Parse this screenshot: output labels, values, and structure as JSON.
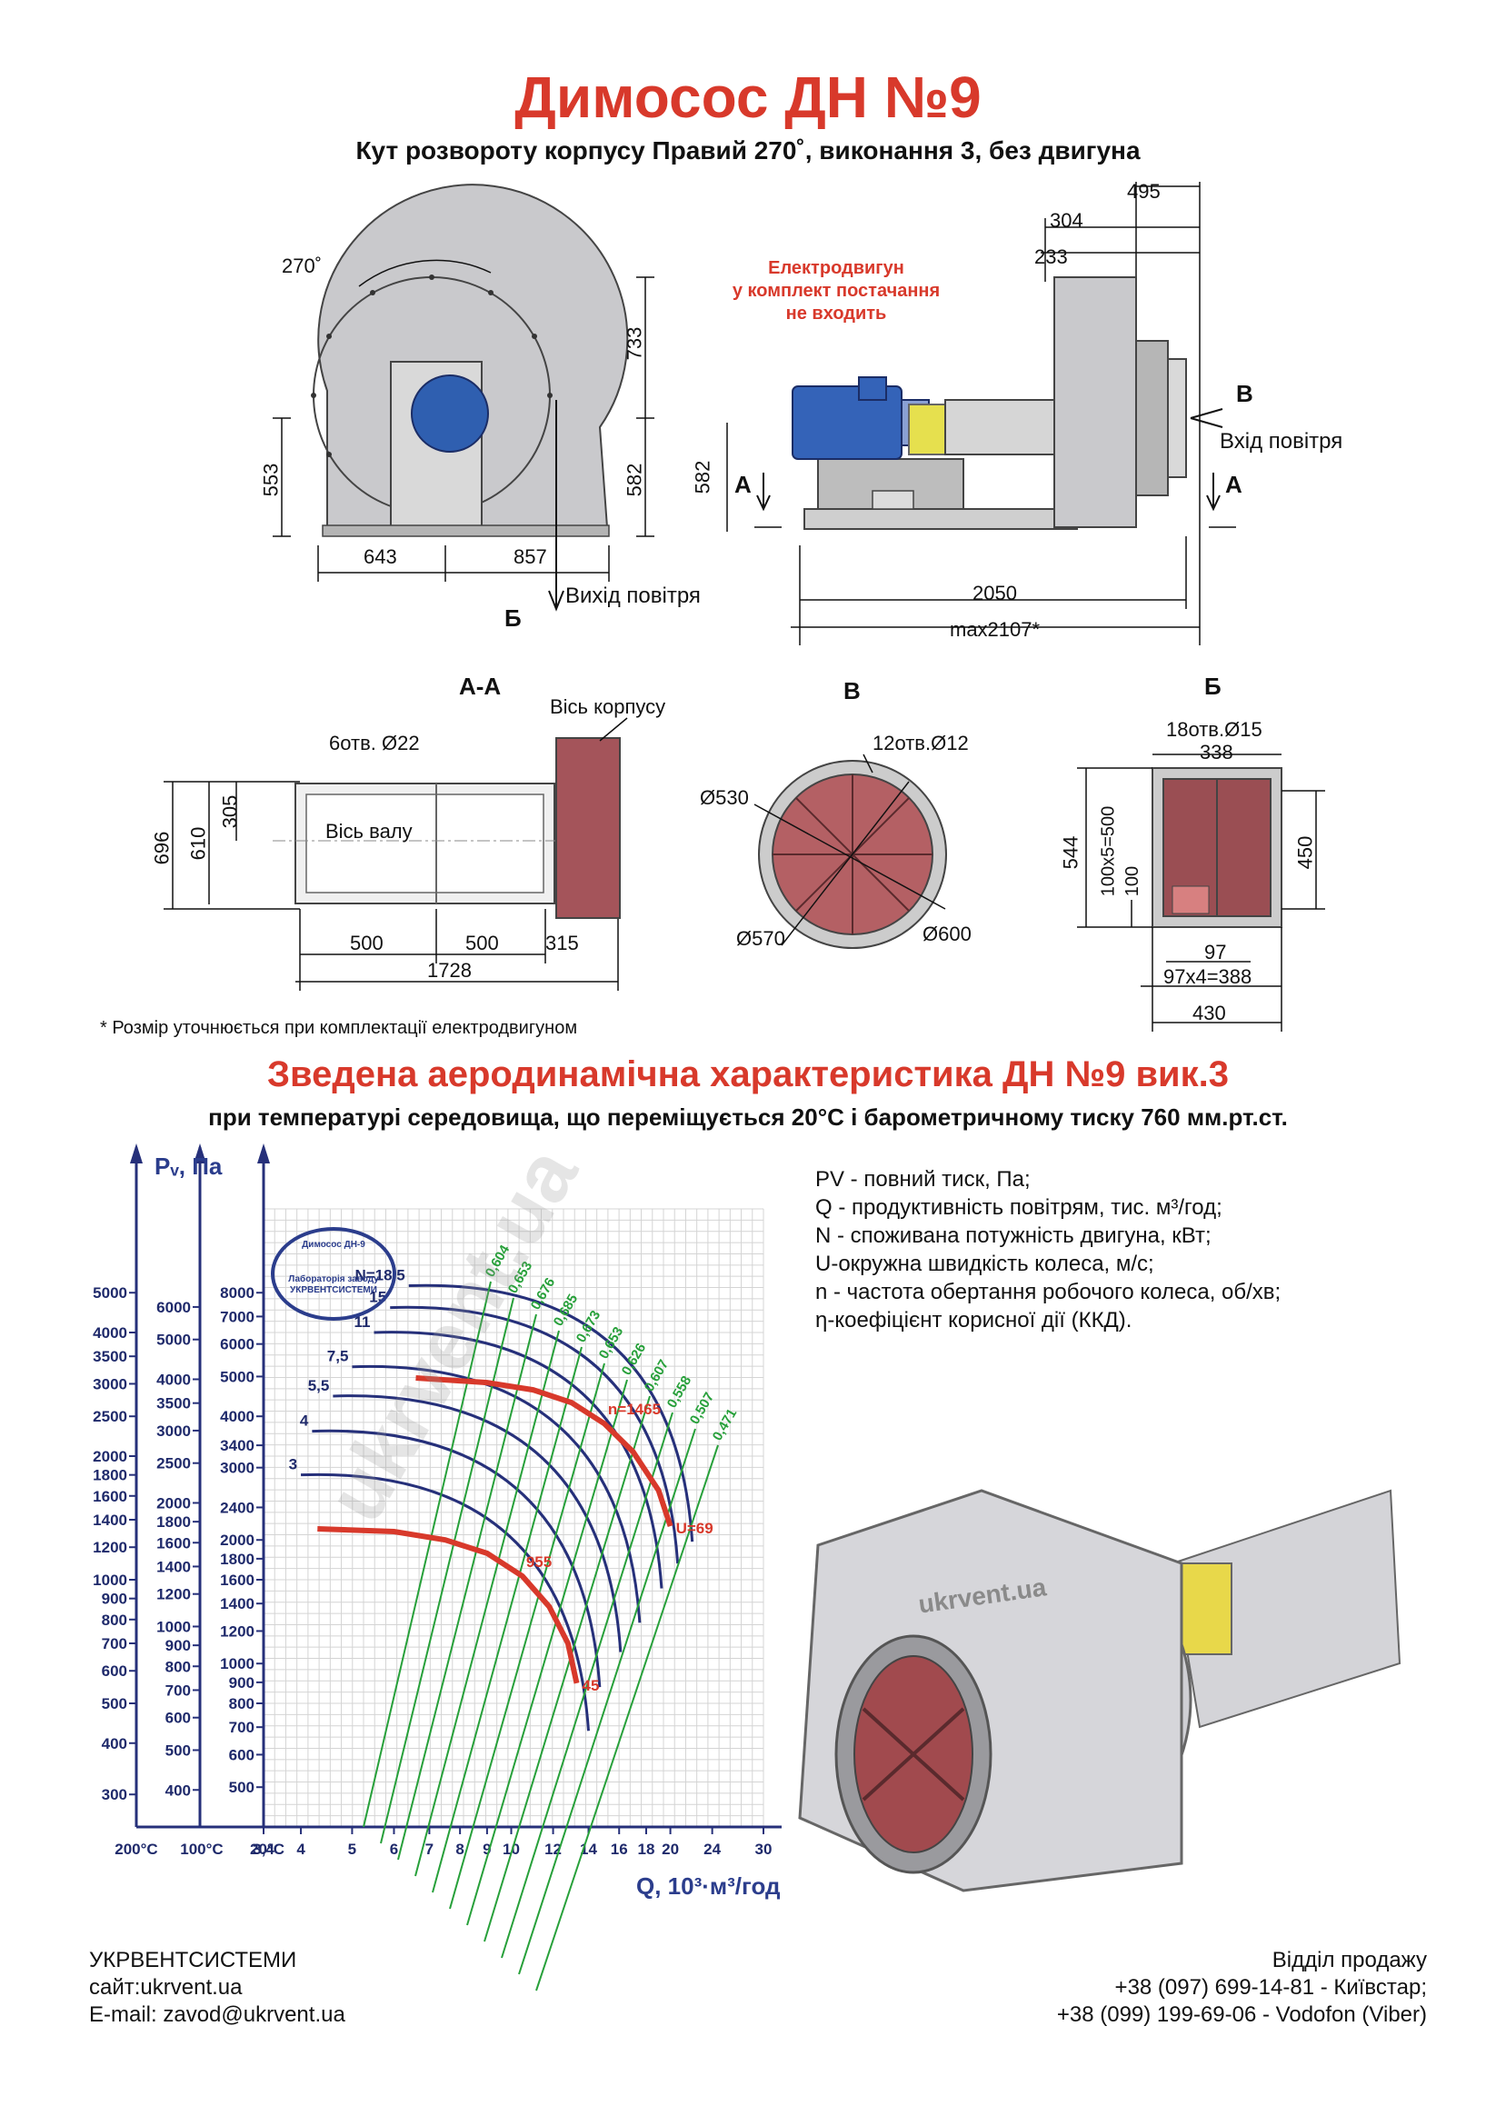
{
  "header": {
    "title": "Димосос  ДН №9",
    "subtitle": "Кут розвороту корпусу Правий 270˚, виконання 3, без двигуна"
  },
  "front_view": {
    "angle": "270˚",
    "dim_height_top": "733",
    "dim_height_left": "553",
    "dim_height_right": "582",
    "dim_width_left": "643",
    "dim_width_right": "857",
    "section_b": "Б",
    "outlet": "Вихід повітря"
  },
  "side_view": {
    "motor_note_line1": "Електродвигун",
    "motor_note_line2": "у комплект постачання",
    "motor_note_line3": "не входить",
    "dim_495": "495",
    "dim_304": "304",
    "dim_233": "233",
    "dim_582": "582",
    "dim_2050": "2050",
    "dim_max": "max2107*",
    "section_a": "А",
    "section_v": "В",
    "inlet": "Вхід повітря"
  },
  "section_aa": {
    "title": "А-А",
    "axis_body": "Вісь корпусу",
    "holes": "6отв. Ø22",
    "axis_shaft": "Вісь валу",
    "dim_696": "696",
    "dim_610": "610",
    "dim_305": "305",
    "dim_500a": "500",
    "dim_500b": "500",
    "dim_315": "315",
    "dim_1728": "1728"
  },
  "section_v": {
    "title": "В",
    "holes": "12отв.Ø12",
    "d530": "Ø530",
    "d570": "Ø570",
    "d600": "Ø600"
  },
  "section_b": {
    "title": "Б",
    "holes": "18отв.Ø15",
    "dim_338": "338",
    "dim_544": "544",
    "dim_pitch": "100х5=500",
    "dim_100": "100",
    "dim_450": "450",
    "dim_97": "97",
    "dim_97x4": "97х4=388",
    "dim_430": "430"
  },
  "footnote": "* Розмір уточнюється при комплектації електродвигуном",
  "chart_header": {
    "title": "Зведена аеродинамічна характеристика ДН №9 вик.3",
    "subtitle": "при температурі середовища, що переміщується 20°С і барометричному тиску 760 мм.рт.ст."
  },
  "chart_data": {
    "type": "line",
    "y_axis_label": "Pᵥ, Па",
    "x_axis_label": "Q, 10³·м³/год",
    "x_scale": "log",
    "y_scale": "log",
    "x_ticks": [
      "3,4",
      "4",
      "5",
      "6",
      "7",
      "8",
      "9",
      "10",
      "12",
      "14",
      "16",
      "18",
      "20",
      "24",
      "30"
    ],
    "x_temp_labels": [
      "200°С",
      "100°С",
      "20°С"
    ],
    "y_ticks_200C": [
      "5000",
      "4000",
      "3500",
      "3000",
      "2500",
      "2000",
      "1800",
      "1600",
      "1400",
      "1200",
      "1000",
      "900",
      "800",
      "700",
      "600",
      "500",
      "400",
      "300"
    ],
    "y_ticks_100C": [
      "6000",
      "5000",
      "4000",
      "3500",
      "3000",
      "2500",
      "2000",
      "1800",
      "1600",
      "1400",
      "1200",
      "1000",
      "900",
      "800",
      "700",
      "600",
      "500",
      "400"
    ],
    "y_ticks_20C": [
      "8000",
      "7000",
      "6000",
      "5000",
      "4000",
      "3400",
      "3000",
      "2400",
      "2000",
      "1800",
      "1600",
      "1400",
      "1200",
      "1000",
      "900",
      "800",
      "700",
      "600",
      "500"
    ],
    "power_labels": [
      "N=18,5",
      "15",
      "11",
      "7,5",
      "5,5",
      "4",
      "3"
    ],
    "efficiency_labels": [
      "0,604",
      "0,653",
      "0,676",
      "0,685",
      "0,673",
      "0,653",
      "0,626",
      "0,607",
      "0,558",
      "0,507",
      "0,471"
    ],
    "speed_labels": [
      "n=1465",
      "955"
    ],
    "velocity_labels": [
      "U=69",
      "45"
    ],
    "series": [
      {
        "name": "n=1465",
        "points": [
          [
            6.6,
            3100
          ],
          [
            9,
            3020
          ],
          [
            11,
            2900
          ],
          [
            13,
            2700
          ],
          [
            15,
            2400
          ],
          [
            17,
            2050
          ],
          [
            19,
            1650
          ],
          [
            20,
            1350
          ]
        ]
      },
      {
        "name": "955",
        "points": [
          [
            4.3,
            1330
          ],
          [
            6,
            1310
          ],
          [
            7.5,
            1250
          ],
          [
            9,
            1160
          ],
          [
            10.5,
            1020
          ],
          [
            11.8,
            860
          ],
          [
            12.8,
            700
          ],
          [
            13.3,
            560
          ]
        ]
      }
    ]
  },
  "legend": [
    "PV - повний тиск, Па;",
    "Q - продуктивність повітрям, тис. м³/год;",
    "N - споживана потужність двигуна, кВт;",
    "U-окружна швидкість колеса, м/с;",
    "n - частота обертання робочого колеса, об/хв;",
    "η-коефіцієнт корисної дії (ККД)."
  ],
  "stamp": {
    "line1": "Димосос ДН-9",
    "line2": "Лабораторія заводу",
    "line3": "УКРВЕНТСИСТЕМИ"
  },
  "watermark": "ukrvent.ua",
  "footer": {
    "company": "УКРВЕНТСИСТЕМИ",
    "site": "сайт:ukrvent.ua",
    "email": "E-mail: zavod@ukrvent.ua",
    "sales": "Відділ продажу",
    "phone1": "+38 (097) 699-14-81 - Київстар;",
    "phone2": "+38 (099) 199-69-06 - Vodofon (Viber)"
  },
  "colors": {
    "accent": "#d8392b",
    "curve_blue": "#26307a",
    "curve_green": "#27a03a",
    "grid": "#d4d4d4"
  }
}
